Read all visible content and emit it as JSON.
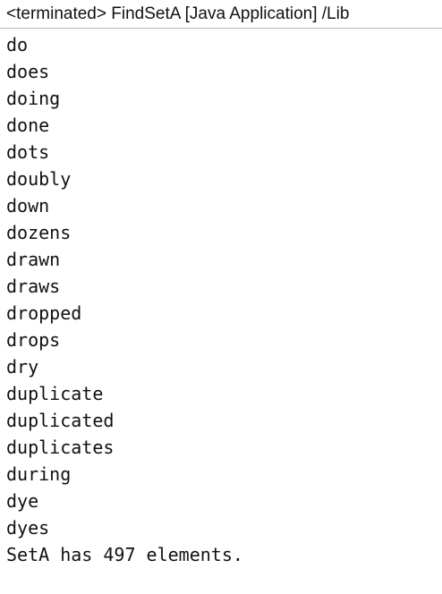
{
  "console": {
    "header": "<terminated> FindSetA [Java Application] /Lib",
    "lines": [
      "do",
      "does",
      "doing",
      "done",
      "dots",
      "doubly",
      "down",
      "dozens",
      "drawn",
      "draws",
      "dropped",
      "drops",
      "dry",
      "duplicate",
      "duplicated",
      "duplicates",
      "during",
      "dye",
      "dyes",
      "SetA has 497 elements."
    ]
  }
}
